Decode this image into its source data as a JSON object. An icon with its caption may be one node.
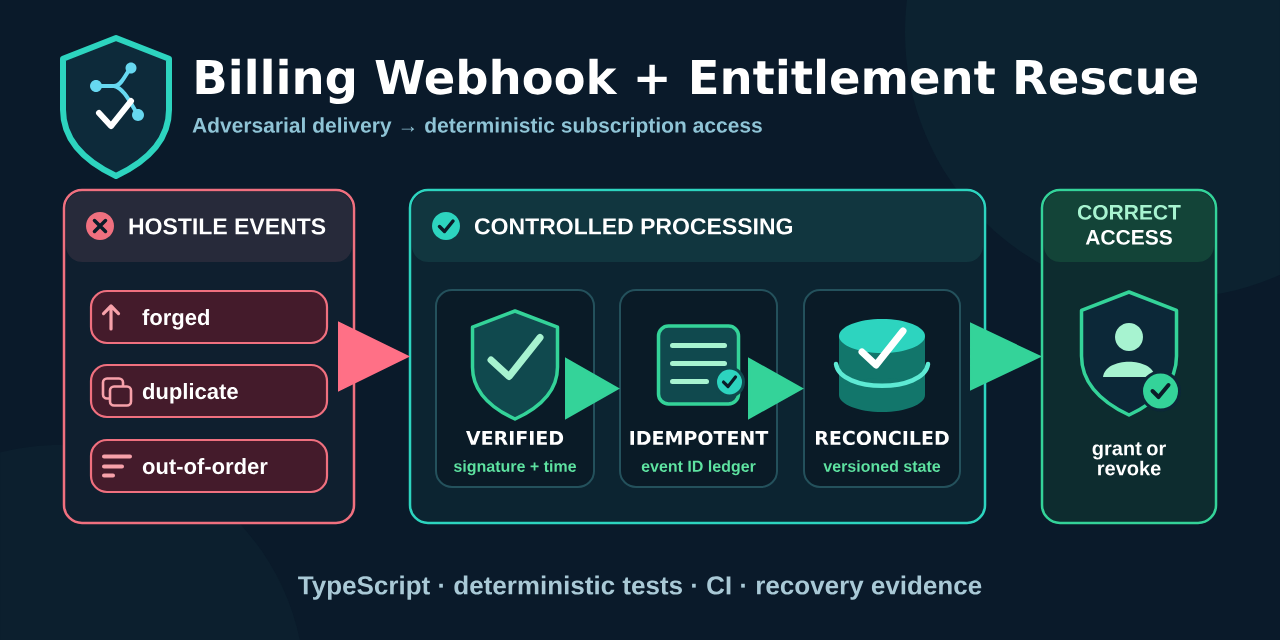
{
  "diagram": {
    "title": "Billing Webhook + Entitlement Rescue",
    "caption": "TypeScript · deterministic tests · CI · recovery evidence",
    "nodes": [
      {
        "text": [
          "HOSTILE EVENTS"
        ]
      },
      {
        "text": [
          "forged"
        ],
        "in": 0
      },
      {
        "text": [
          "duplicate"
        ],
        "in": 0
      },
      {
        "text": [
          "out-of-order"
        ],
        "in": 0
      },
      {
        "text": [
          "CONTROLLED PROCESSING"
        ]
      },
      {
        "text": [
          "VERIFIED",
          "signature + time"
        ],
        "in": 4
      },
      {
        "text": [
          "IDEMPOTENT",
          "event ID ledger"
        ],
        "in": 4
      },
      {
        "text": [
          "RECONCILED",
          "versioned state"
        ],
        "in": 4
      },
      {
        "text": [
          "CORRECT",
          "ACCESS",
          "grant or revoke"
        ]
      }
    ],
    "edges": [
      {
        "from": 0,
        "to": 4,
        "arrow": "to",
        "color": "#ff7086"
      },
      {
        "from": 5,
        "to": 6,
        "arrow": "to"
      },
      {
        "from": 6,
        "to": 7,
        "arrow": "to"
      },
      {
        "from": 4,
        "to": 8,
        "arrow": "to"
      }
    ],
    "labels": [
      "Adversarial delivery → deterministic subscription access"
    ]
  }
}
